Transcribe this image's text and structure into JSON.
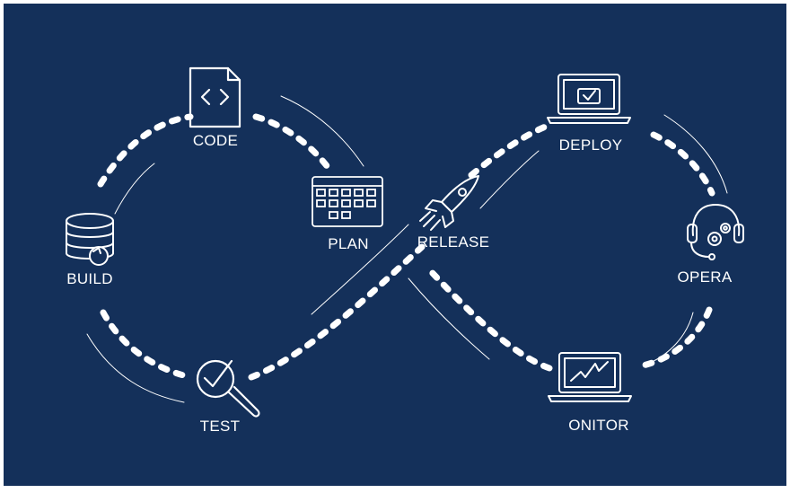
{
  "diagram": {
    "colors": {
      "background": "#14305a",
      "stroke": "#ffffff"
    },
    "stages": [
      {
        "id": "code",
        "label": "CODE",
        "icon": "code-file-icon"
      },
      {
        "id": "plan",
        "label": "PLAN",
        "icon": "calendar-icon"
      },
      {
        "id": "build",
        "label": "BUILD",
        "icon": "database-icon"
      },
      {
        "id": "test",
        "label": "TEST",
        "icon": "magnifier-check-icon"
      },
      {
        "id": "release",
        "label": "RELEASE",
        "icon": "rocket-icon"
      },
      {
        "id": "deploy",
        "label": "DEPLOY",
        "icon": "laptop-check-icon"
      },
      {
        "id": "opera",
        "label": "OPERA",
        "icon": "headset-gears-icon"
      },
      {
        "id": "monitor",
        "label": "ONITOR",
        "icon": "laptop-chart-icon"
      }
    ]
  }
}
